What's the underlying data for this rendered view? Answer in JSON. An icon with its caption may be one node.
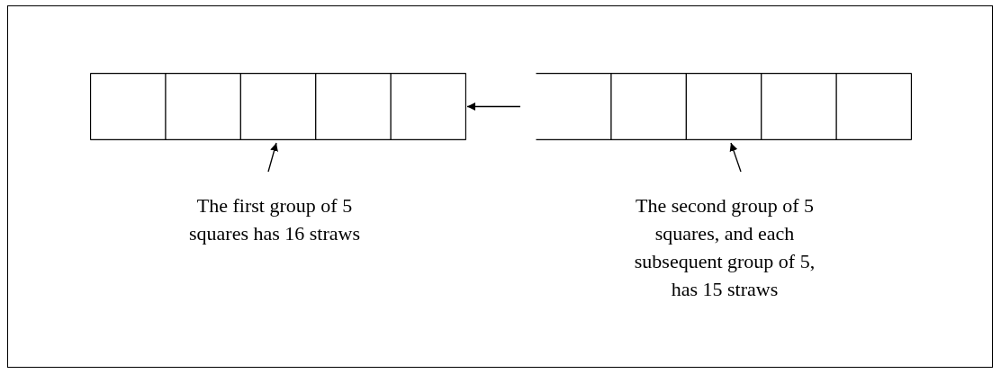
{
  "diagram": {
    "nodes": [
      {
        "text": [],
        "shape": "box"
      },
      {
        "text": [],
        "shape": "box"
      },
      {
        "text": [
          "The first group of 5 squares has 16 straws"
        ]
      },
      {
        "text": [
          "The second group of 5 squares, and each subsequent group of 5, has 15 straws"
        ]
      }
    ],
    "edges": [
      {
        "from": 1,
        "to": 0,
        "arrow": "to"
      },
      {
        "from": 2,
        "to": 0,
        "arrow": "to"
      },
      {
        "from": 3,
        "to": 1,
        "arrow": "to"
      }
    ]
  }
}
